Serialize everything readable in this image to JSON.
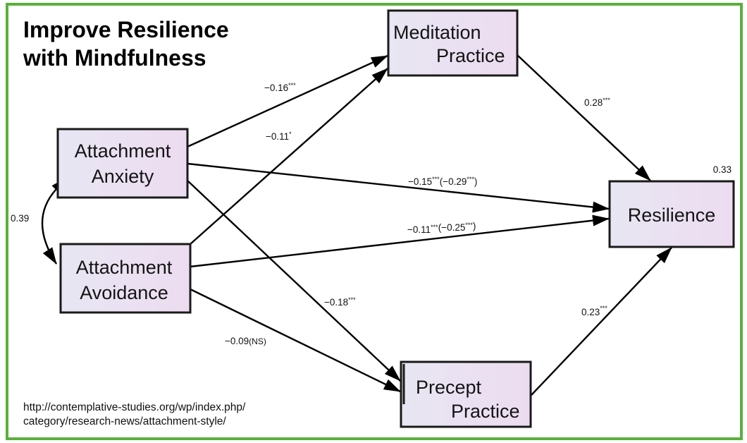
{
  "title": {
    "line1": "Improve Resilience",
    "line2": "with Mindfulness"
  },
  "source": {
    "line1": "http://contemplative-studies.org/wp/index.php/",
    "line2": "category/research-news/attachment-style/"
  },
  "colors": {
    "frame": "#5bb03d",
    "box_fill_start": "#e8e6f3",
    "box_fill_end": "#ecdcf0",
    "box_stroke": "#1a1a1a",
    "edge": "#000000"
  },
  "nodes": {
    "meditation": {
      "line1": "Meditation",
      "line2": "Practice"
    },
    "anxiety": {
      "line1": "Attachment",
      "line2": "Anxiety"
    },
    "avoidance": {
      "line1": "Attachment",
      "line2": "Avoidance"
    },
    "resilience": {
      "line1": "Resilience",
      "r_squared": "0.33"
    },
    "precept": {
      "line1": "Precept",
      "line2": "Practice"
    }
  },
  "edges": {
    "anxiety_meditation": {
      "value": "−0.16",
      "sig": "***"
    },
    "avoidance_meditation": {
      "value": "−0.11",
      "sig": "*"
    },
    "meditation_resilience": {
      "value": "0.28",
      "sig": "***"
    },
    "anxiety_resilience": {
      "value": "−0.15",
      "sig": "***",
      "total": "(−0.29",
      "total_sig": "***",
      "close": ")"
    },
    "avoidance_resilience": {
      "value": "−0.11",
      "sig": "***",
      "total": "(−0.25",
      "total_sig": "***",
      "close": ")"
    },
    "anxiety_precept": {
      "value": "−0.18",
      "sig": "***"
    },
    "avoidance_precept": {
      "value": "−0.09",
      "sig": "(NS)"
    },
    "precept_resilience": {
      "value": "0.23",
      "sig": "***"
    },
    "anxiety_avoidance_cov": {
      "value": "0.39"
    }
  }
}
